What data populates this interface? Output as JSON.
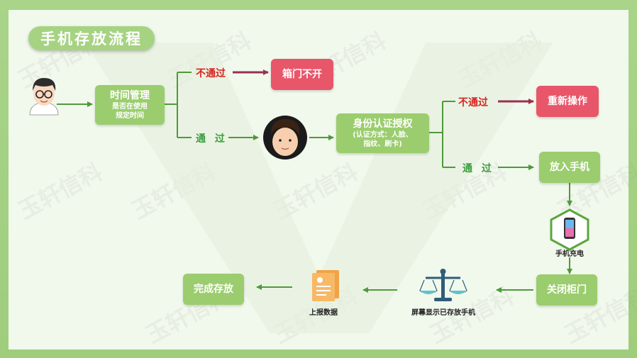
{
  "title": "手机存放流程",
  "watermark": "玉轩信科",
  "nodes": {
    "time_mgmt": {
      "main": "时间管理",
      "sub1": "是否在使用",
      "sub2": "规定时间"
    },
    "door_closed": "箱门不开",
    "identity_auth": {
      "main": "身份认证授权",
      "sub1": "(认证方式：人脸、",
      "sub2": "指纹、刷卡)"
    },
    "retry": "重新操作",
    "insert_phone": "放入手机",
    "close_door": "关闭柜门",
    "complete": "完成存放"
  },
  "edges": {
    "fail_1": "不通过",
    "pass_1": "通 过",
    "fail_2": "不通过",
    "pass_2": "通 过"
  },
  "captions": {
    "charging": "手机充电",
    "display": "屏幕显示已存放手机",
    "report": "上报数据"
  },
  "colors": {
    "node_green": "#9bcd6e",
    "node_red": "#e8566a",
    "line_green": "#4e9a3a",
    "fail_text": "#d7231f",
    "pass_text": "#3c9c3e"
  }
}
